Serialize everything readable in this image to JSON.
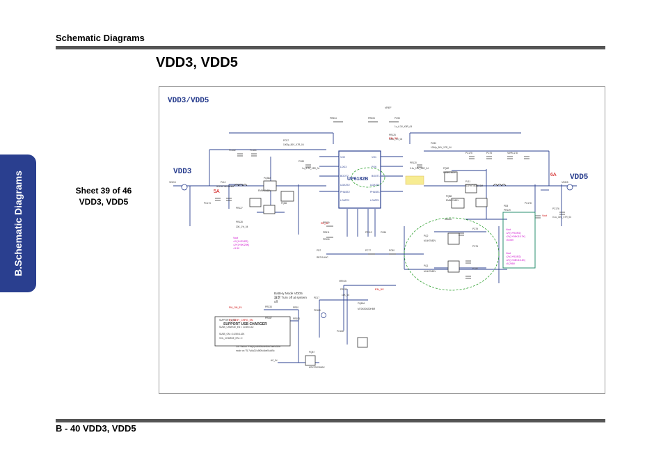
{
  "header": {
    "section_title": "Schematic  Diagrams"
  },
  "page": {
    "title": "VDD3, VDD5"
  },
  "side_tab": {
    "label": "B.Schematic Diagrams"
  },
  "sheet": {
    "line1": "Sheet 39 of 46",
    "line2": "VDD3, VDD5"
  },
  "schematic": {
    "frame_title": "VDD3/VDD5",
    "labels": {
      "vdd3": "VDD3",
      "vdd5": "VDD5",
      "current_left": "5A",
      "current_right": "6A",
      "chip": "UP6182B",
      "battery_note_1": "Battery Mode VDD5",
      "battery_note_2": "設定 Turn off at system",
      "battery_note_3": "off",
      "charger": "SUPPORT  USB CHARGER",
      "vref": "VREF",
      "en_5v": "EN_5V",
      "en_3v": "EN_3V",
      "vin": "VIN",
      "vdd5_net": "VDD5",
      "vdd3_net": "VDD3"
    },
    "colors": {
      "wire": "#2a3f8f",
      "part": "#333333",
      "red": "#cc0000",
      "magenta": "#cc00cc",
      "green": "#2ca02c",
      "teal": "#2a8f6f",
      "yellow": "#f2e04a"
    }
  },
  "footer": {
    "text": "B - 40   VDD3, VDD5"
  }
}
